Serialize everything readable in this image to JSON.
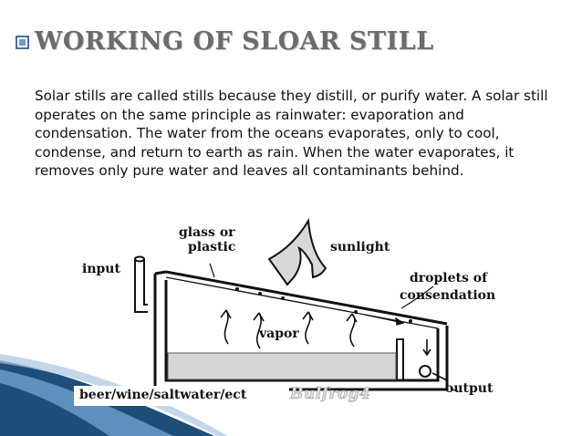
{
  "slide": {
    "title": "WORKING OF SLOAR STILL",
    "body": "Solar stills are called stills because they distill, or purify water. A solar still operates on the same principle as rainwater: evaporation and condensation. The water from the oceans evaporates, only to cool, condense, and return to earth as rain. When the water evaporates, it removes only pure water and leaves all contaminants behind."
  },
  "diagram": {
    "labels": {
      "glass_line1": "glass or",
      "glass_line2": "plastic",
      "sunlight": "sunlight",
      "input": "input",
      "droplets_line1": "droplets of",
      "droplets_line2": "consendation",
      "vapor": "vapor",
      "output": "output",
      "feed": "beer/wine/saltwater/ect",
      "watermark": "Bulfrog4"
    }
  },
  "colors": {
    "accent": "#1f4e79",
    "accent_light": "#6a9bc9",
    "title": "#6b6b6b",
    "water": "#d6d6d6"
  }
}
